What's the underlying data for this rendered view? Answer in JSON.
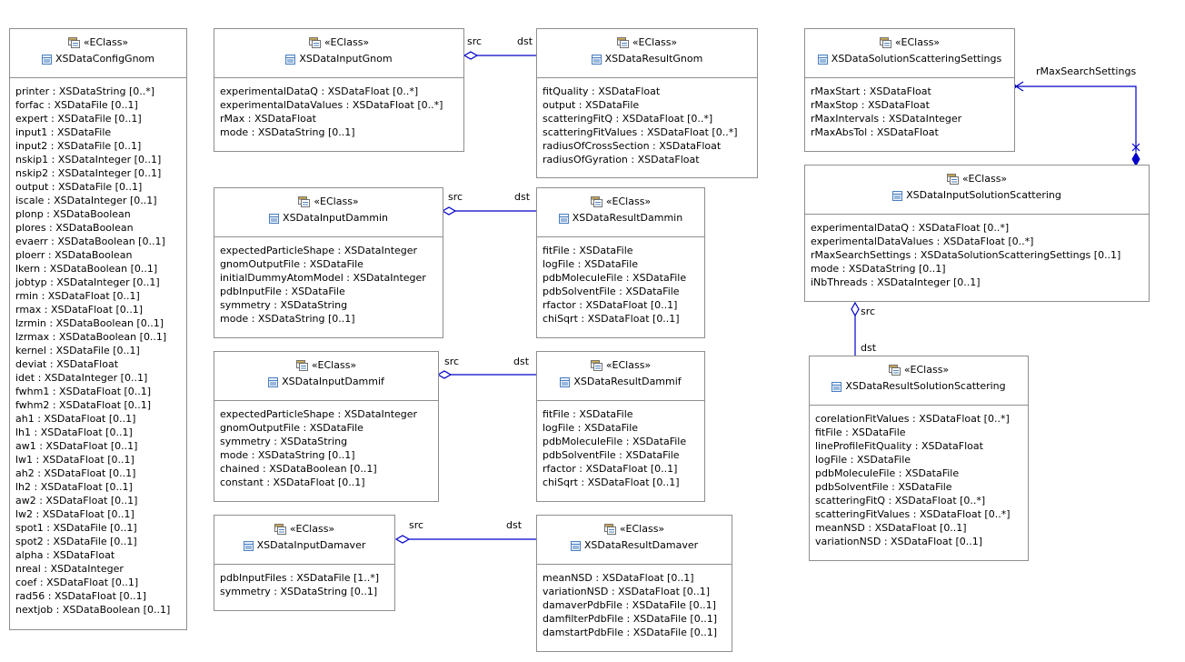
{
  "stereotype": "«EClass»",
  "classes": [
    {
      "name": "XSDataConfigGnom",
      "attributes": [
        "printer : XSDataString [0..*]",
        "forfac : XSDataFile [0..1]",
        "expert : XSDataFile [0..1]",
        "input1 : XSDataFile",
        "input2 : XSDataFile [0..1]",
        "nskip1 : XSDataInteger [0..1]",
        "nskip2 : XSDataInteger [0..1]",
        "output : XSDataFile [0..1]",
        "iscale : XSDataInteger [0..1]",
        "plonp : XSDataBoolean",
        "plores : XSDataBoolean",
        "evaerr : XSDataBoolean [0..1]",
        "ploerr : XSDataBoolean",
        "lkern : XSDataBoolean [0..1]",
        "jobtyp : XSDataInteger [0..1]",
        "rmin : XSDataFloat [0..1]",
        "rmax : XSDataFloat [0..1]",
        "lzrmin : XSDataBoolean [0..1]",
        "lzrmax : XSDataBoolean [0..1]",
        "kernel : XSDataFile [0..1]",
        "deviat : XSDataFloat",
        "idet : XSDataInteger [0..1]",
        "fwhm1 : XSDataFloat [0..1]",
        "fwhm2 : XSDataFloat [0..1]",
        "ah1 : XSDataFloat [0..1]",
        "lh1 : XSDataFloat [0..1]",
        "aw1 : XSDataFloat [0..1]",
        "lw1 : XSDataFloat [0..1]",
        "ah2 : XSDataFloat [0..1]",
        "lh2 : XSDataFloat [0..1]",
        "aw2 : XSDataFloat [0..1]",
        "lw2 : XSDataFloat [0..1]",
        "spot1 : XSDataFile [0..1]",
        "spot2 : XSDataFile [0..1]",
        "alpha : XSDataFloat",
        "nreal : XSDataInteger",
        "coef : XSDataFloat [0..1]",
        "rad56 : XSDataFloat [0..1]",
        "nextjob : XSDataBoolean [0..1]"
      ]
    },
    {
      "name": "XSDataInputGnom",
      "attributes": [
        "experimentalDataQ : XSDataFloat [0..*]",
        "experimentalDataValues : XSDataFloat [0..*]",
        "rMax : XSDataFloat",
        "mode : XSDataString [0..1]"
      ]
    },
    {
      "name": "XSDataResultGnom",
      "attributes": [
        "fitQuality : XSDataFloat",
        "output : XSDataFile",
        "scatteringFitQ : XSDataFloat [0..*]",
        "scatteringFitValues : XSDataFloat [0..*]",
        "radiusOfCrossSection : XSDataFloat",
        "radiusOfGyration : XSDataFloat"
      ]
    },
    {
      "name": "XSDataInputDammin",
      "attributes": [
        "expectedParticleShape : XSDataInteger",
        "gnomOutputFile : XSDataFile",
        "initialDummyAtomModel : XSDataInteger",
        "pdbInputFile : XSDataFile",
        "symmetry : XSDataString",
        "mode : XSDataString [0..1]"
      ]
    },
    {
      "name": "XSDataResultDammin",
      "attributes": [
        "fitFile : XSDataFile",
        "logFile : XSDataFile",
        "pdbMoleculeFile : XSDataFile",
        "pdbSolventFile : XSDataFile",
        "rfactor : XSDataFloat [0..1]",
        "chiSqrt : XSDataFloat [0..1]"
      ]
    },
    {
      "name": "XSDataInputDammif",
      "attributes": [
        "expectedParticleShape : XSDataInteger",
        "gnomOutputFile : XSDataFile",
        "symmetry : XSDataString",
        "mode : XSDataString [0..1]",
        "chained : XSDataBoolean [0..1]",
        "constant : XSDataFloat [0..1]"
      ]
    },
    {
      "name": "XSDataResultDammif",
      "attributes": [
        "fitFile : XSDataFile",
        "logFile : XSDataFile",
        "pdbMoleculeFile : XSDataFile",
        "pdbSolventFile : XSDataFile",
        "rfactor : XSDataFloat [0..1]",
        "chiSqrt : XSDataFloat [0..1]"
      ]
    },
    {
      "name": "XSDataInputDamaver",
      "attributes": [
        "pdbInputFiles : XSDataFile [1..*]",
        "symmetry : XSDataString [0..1]"
      ]
    },
    {
      "name": "XSDataResultDamaver",
      "attributes": [
        "meanNSD : XSDataFloat [0..1]",
        "variationNSD : XSDataFloat [0..1]",
        "damaverPdbFile : XSDataFile [0..1]",
        "damfilterPdbFile : XSDataFile [0..1]",
        "damstartPdbFile : XSDataFile [0..1]"
      ]
    },
    {
      "name": "XSDataSolutionScatteringSettings",
      "attributes": [
        "rMaxStart : XSDataFloat",
        "rMaxStop : XSDataFloat",
        "rMaxIntervals : XSDataInteger",
        "rMaxAbsTol : XSDataFloat"
      ]
    },
    {
      "name": "XSDataInputSolutionScattering",
      "attributes": [
        "experimentalDataQ : XSDataFloat [0..*]",
        "experimentalDataValues : XSDataFloat [0..*]",
        "rMaxSearchSettings : XSDataSolutionScatteringSettings [0..1]",
        "mode : XSDataString [0..1]",
        "iNbThreads : XSDataInteger [0..1]"
      ]
    },
    {
      "name": "XSDataResultSolutionScattering",
      "attributes": [
        "corelationFitValues : XSDataFloat [0..*]",
        "fitFile : XSDataFile",
        "lineProfileFitQuality : XSDataFloat",
        "logFile : XSDataFile",
        "pdbMoleculeFile : XSDataFile",
        "pdbSolventFile : XSDataFile",
        "scatteringFitQ : XSDataFloat [0..*]",
        "scatteringFitValues : XSDataFloat [0..*]",
        "meanNSD : XSDataFloat [0..1]",
        "variationNSD : XSDataFloat [0..1]"
      ]
    }
  ],
  "links": [
    {
      "src_label": "src",
      "dst_label": "dst"
    },
    {
      "src_label": "src",
      "dst_label": "dst"
    },
    {
      "src_label": "src",
      "dst_label": "dst"
    },
    {
      "src_label": "src",
      "dst_label": "dst"
    },
    {
      "src_label": "src",
      "dst_label": "dst"
    },
    {
      "role_label": "rMaxSearchSettings"
    }
  ],
  "colors": {
    "border": "#8e8e8e",
    "link": "#0000c8",
    "icon_blue": "#4a7fbf"
  },
  "icons": {
    "stereotype": "eclass-icon",
    "class": "class-icon"
  }
}
